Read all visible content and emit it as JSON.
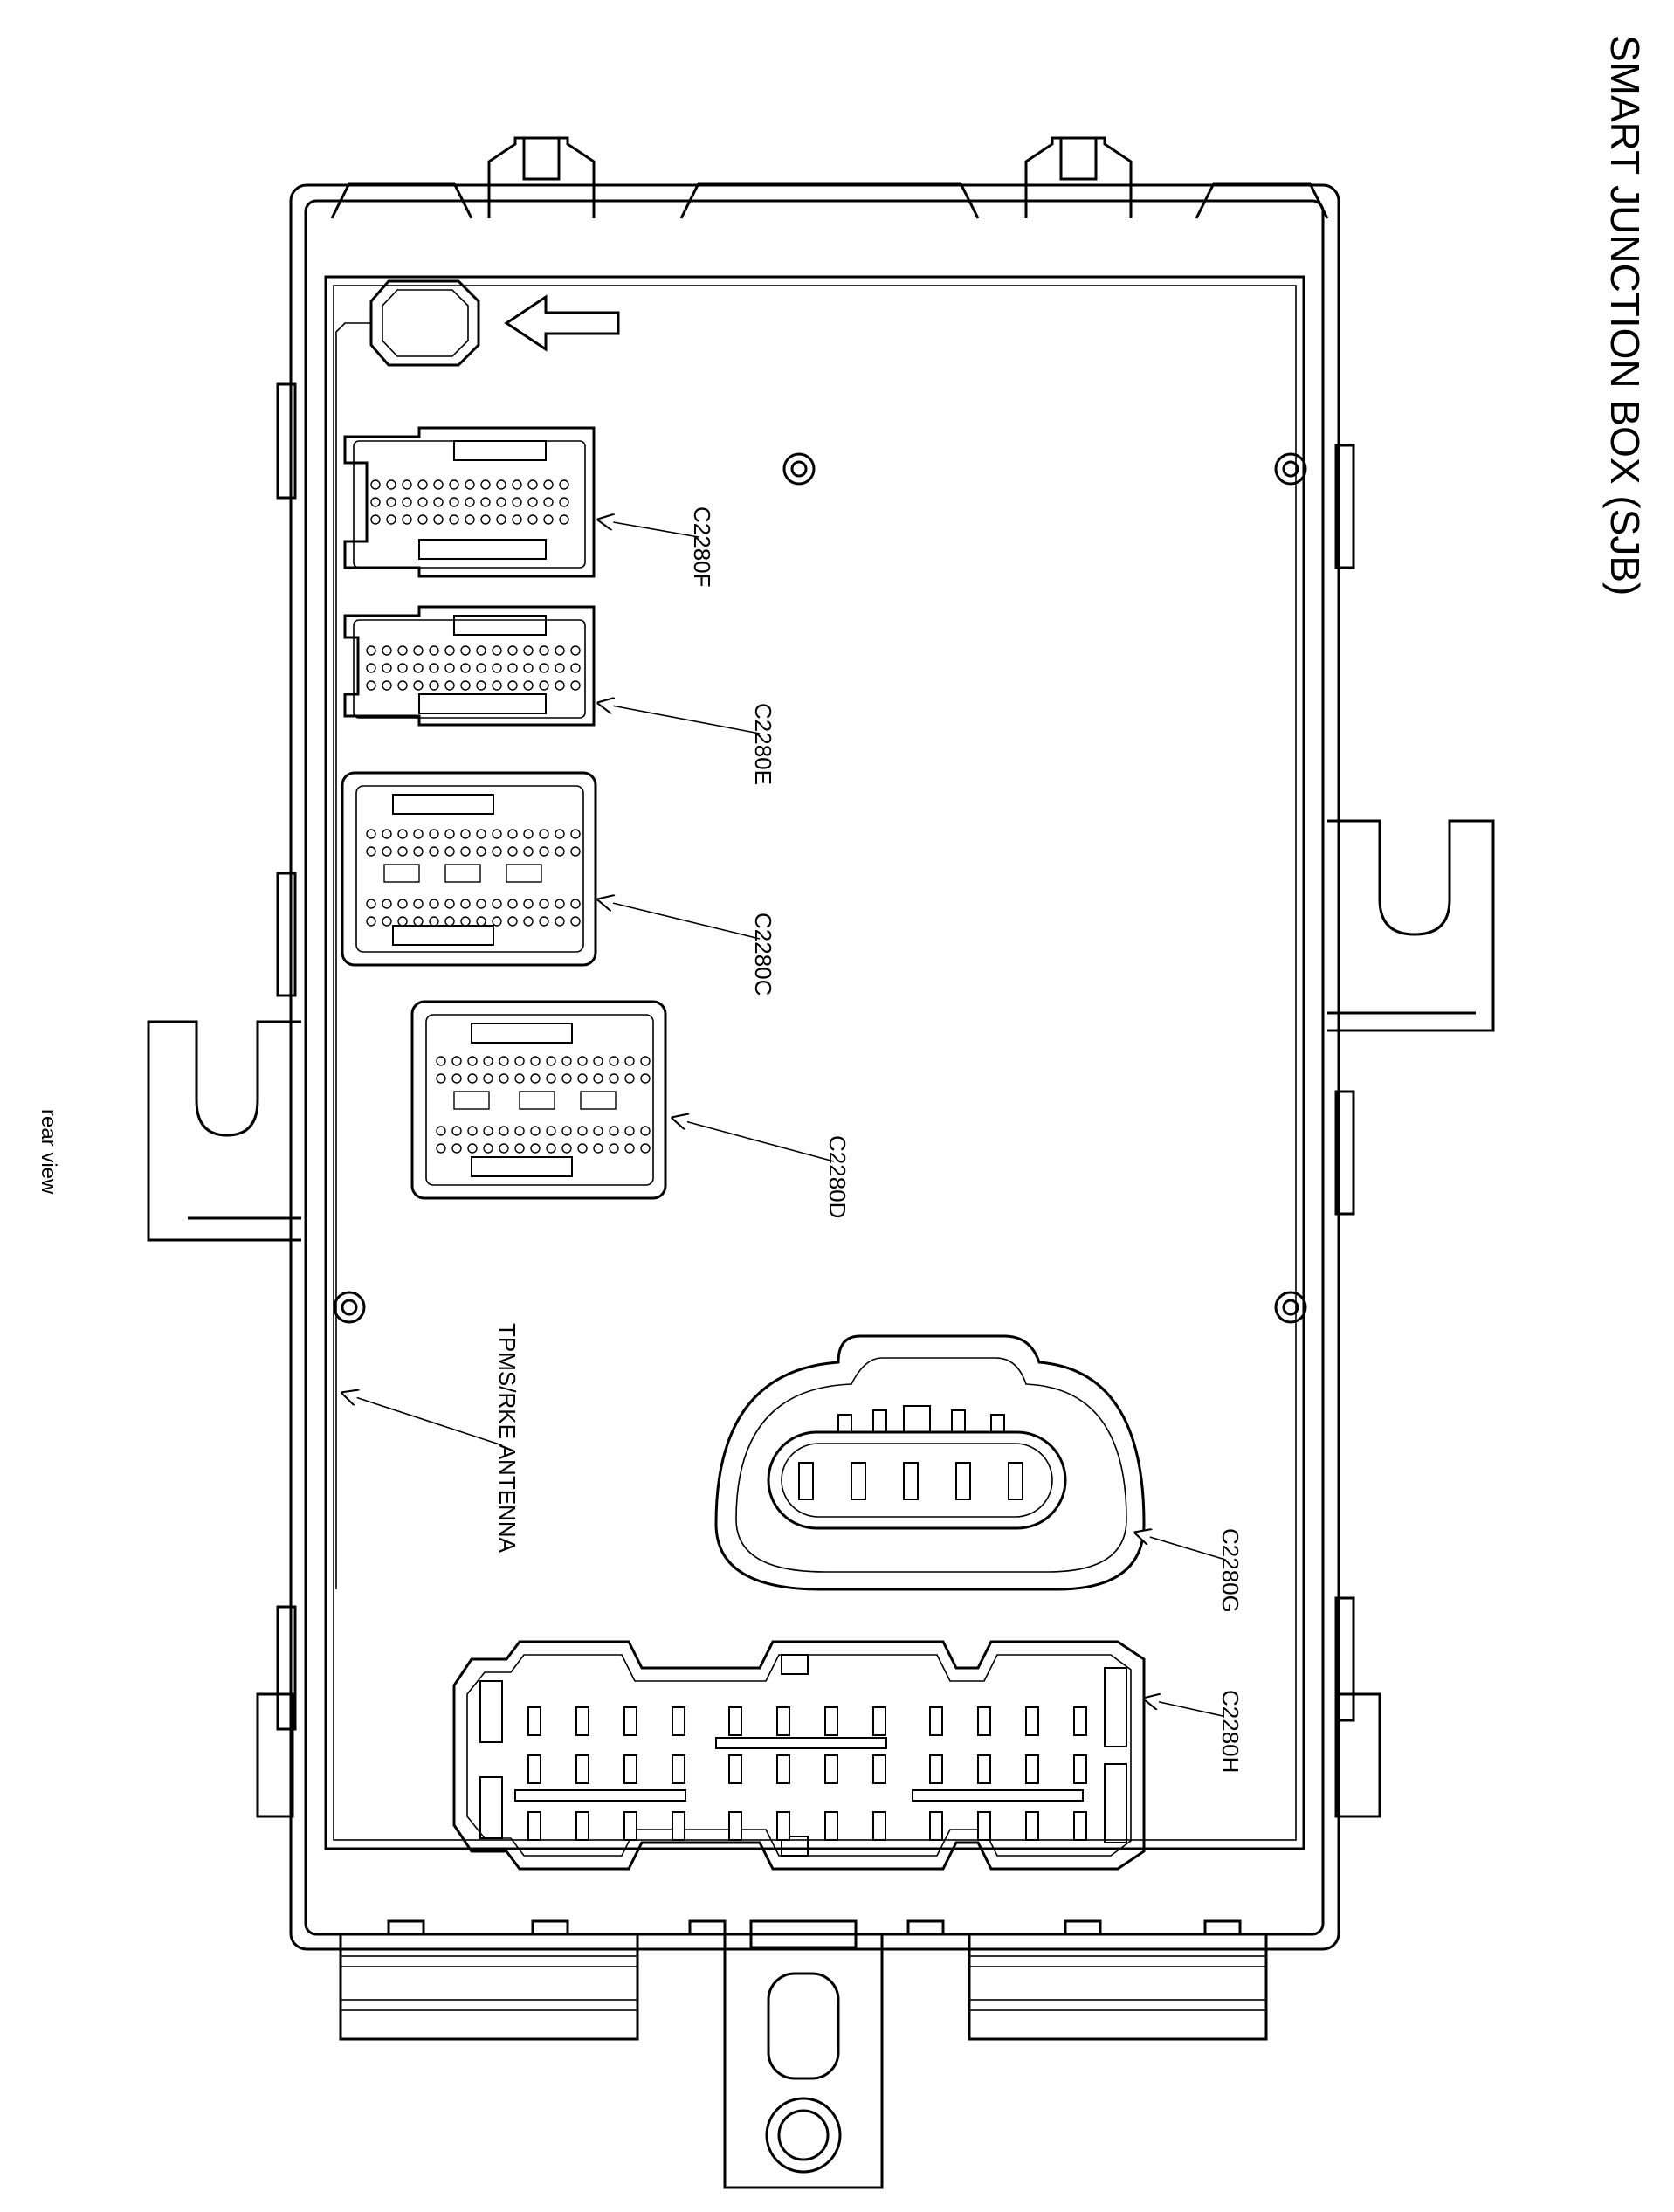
{
  "title": "SMART JUNCTION BOX (SJB)",
  "view_note": "rear view",
  "connectors": [
    {
      "id": "C2280F"
    },
    {
      "id": "C2280E"
    },
    {
      "id": "C2280C"
    },
    {
      "id": "C2280D"
    },
    {
      "id": "C2280G"
    },
    {
      "id": "C2280H"
    }
  ],
  "antenna_label": "TPMS/RKE ANTENNA",
  "colors": {
    "line": "#000000",
    "background": "#ffffff"
  }
}
